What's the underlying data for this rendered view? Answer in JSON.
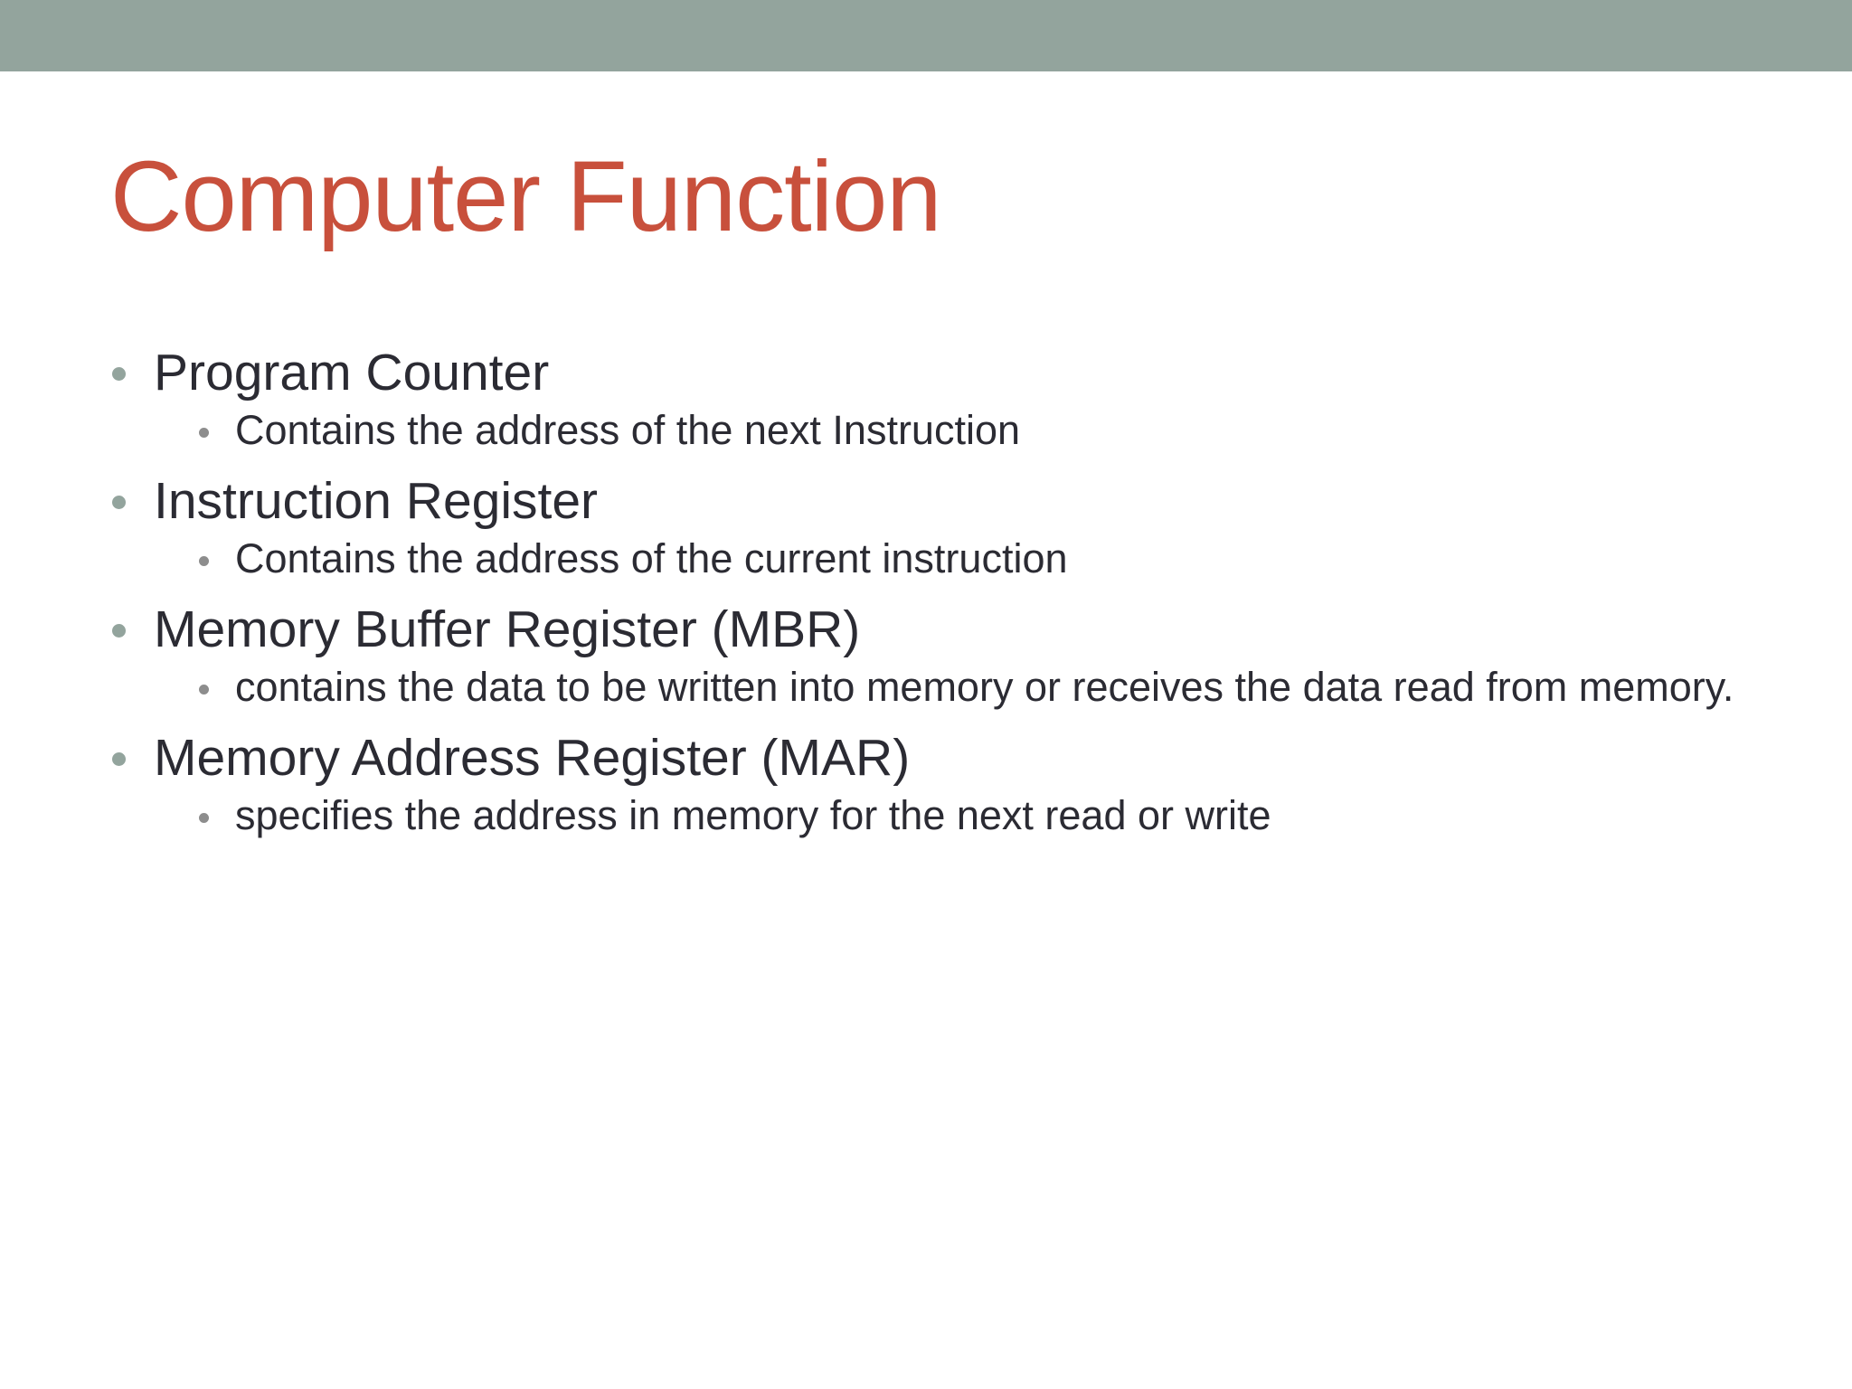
{
  "slide": {
    "title": "Computer Function",
    "title_color": "#c8503c",
    "banner_color": "#93a49d",
    "background_color": "#ffffff",
    "body_text_color": "#2b2b33",
    "level1_bullet_color": "#93a49d",
    "level2_bullet_color": "#8d8d8d",
    "groups": [
      {
        "heading": "Program Counter",
        "subitems": [
          "Contains the address of the next Instruction"
        ]
      },
      {
        "heading": "Instruction Register",
        "subitems": [
          "Contains the address of the current instruction"
        ]
      },
      {
        "heading": "Memory Buffer Register (MBR)",
        "subitems": [
          "contains the data to be written into memory or receives the data read from memory."
        ]
      },
      {
        "heading": "Memory Address Register (MAR)",
        "subitems": [
          "specifies the address in memory for the next read or write"
        ]
      }
    ]
  }
}
